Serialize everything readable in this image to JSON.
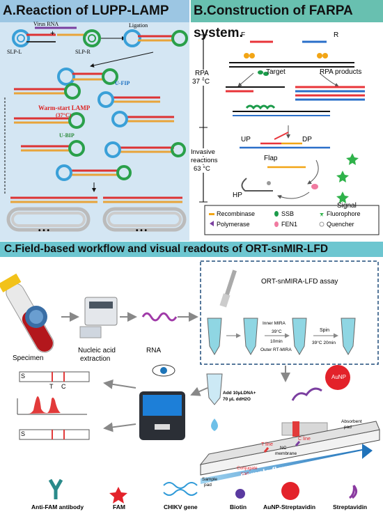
{
  "panel_a": {
    "title": "A.Reaction of LUPP-LAMP",
    "virus_rna": "Virus RNA",
    "plus": "+",
    "ligation": "Ligation",
    "slp_l": "SLP-L",
    "slp_r": "SLP-R",
    "u_fip": "U-FIP",
    "u_bip": "U-BIP",
    "warm_start": "Warm-start LAMP",
    "temp": "(37°C)",
    "dots": "• • •"
  },
  "panel_b": {
    "title": "B.Construction of FARPA system.",
    "f": "F",
    "r": "R",
    "target": "Target",
    "rpa_products": "RPA products",
    "rpa": "RPA",
    "rpa_temp": "37 °C",
    "up": "UP",
    "dp": "DP",
    "flap": "Flap",
    "hp": "HP",
    "signal": "Signal",
    "invasive_1": "Invasive",
    "invasive_2": "reactions",
    "invasive_temp": "63 °C",
    "legend": [
      {
        "label": "Recombinase",
        "color": "#f2a516"
      },
      {
        "label": "SSB",
        "color": "#1c9b4a"
      },
      {
        "label": "Fluorophore",
        "color": "#2fb24a"
      },
      {
        "label": "Polymerase",
        "color": "#7b3fa0"
      },
      {
        "label": "FEN1",
        "color": "#f07aa0"
      },
      {
        "label": "Quencher",
        "color": "#999999"
      }
    ]
  },
  "panel_c": {
    "title": "C.Field-based workflow and visual readouts of ORT-snMIR-LFD",
    "specimen": "Specimen",
    "nucleic_1": "Nucleic acid",
    "nucleic_2": "extraction",
    "rna": "RNA",
    "assay_title": "ORT-snMIRA-LFD assay",
    "inner_mira": "Inner MIRA",
    "t39": "39°C",
    "t10": "10min",
    "outer": "Outer RT-MIRA",
    "spin": "Spin",
    "t39_20": "39°C 20min",
    "add_1": "Add 10μLDNA+",
    "add_2": "70 μL ddH2O",
    "aunp": "AuNP",
    "s_mark": "S",
    "t_mark": "T",
    "c_mark": "C",
    "t_line": "T line",
    "c_line": "C line",
    "nc_1": "NC",
    "nc_2": "membrane",
    "sample_pad_1": "Sample",
    "sample_pad_2": "pad",
    "conjugate_1": "Conjugate",
    "conjugate_2": "pad",
    "absorbent_1": "Absorbent",
    "absorbent_2": "pad",
    "sample_flow": "Sample flow",
    "legend": [
      {
        "label": "Anti-FAM antibody",
        "icon": "antibody-icon"
      },
      {
        "label": "FAM",
        "icon": "fam-star-icon"
      },
      {
        "label": "CHIKV gene",
        "icon": "dna-helix-icon"
      },
      {
        "label": "Biotin",
        "icon": "biotin-ball-icon"
      },
      {
        "label": "AuNP-Streptavidin",
        "icon": "aunp-ball-icon"
      },
      {
        "label": "Streptavidin",
        "icon": "streptavidin-icon"
      }
    ]
  }
}
